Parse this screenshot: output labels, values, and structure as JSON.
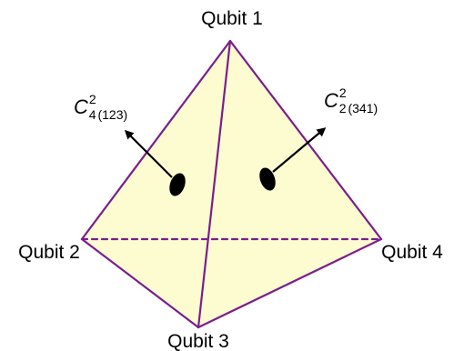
{
  "diagram": {
    "colors": {
      "face_fill": "#fdfcd0",
      "edge": "#7a1e8c",
      "marker": "#000000",
      "arrow": "#000000"
    },
    "vertices": {
      "top": "Qubit 1",
      "left": "Qubit 2",
      "bottom": "Qubit 3",
      "right": "Qubit 4"
    },
    "hidden_edge": "dashed",
    "face_markers": [
      {
        "symbol": "C",
        "superscript": "2",
        "subscript": "4",
        "subscript_paren": "(123)"
      },
      {
        "symbol": "C",
        "superscript": "2",
        "subscript": "2",
        "subscript_paren": "(341)"
      }
    ]
  }
}
